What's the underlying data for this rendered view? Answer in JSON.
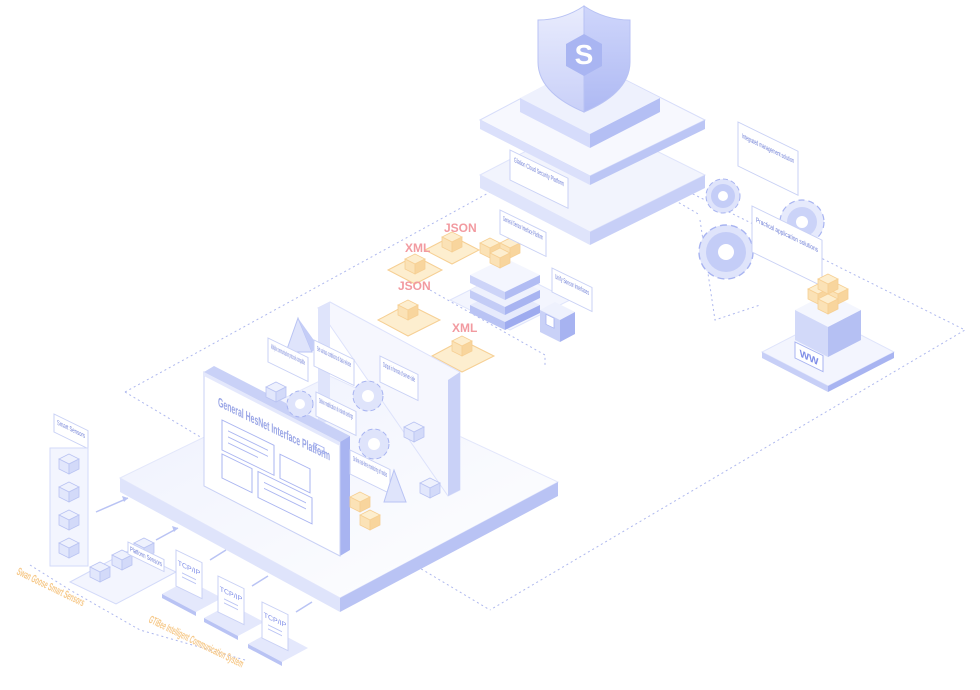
{
  "security": {
    "shield_letter": "S",
    "platform_label": "Glation Cloud Security Platform"
  },
  "sensor_interface": {
    "label": "General Sensor Interface Platform",
    "unify_label": "Unify Sensor Interfaces"
  },
  "formats": {
    "f1": "JSON",
    "f2": "XML",
    "f3": "JSON",
    "f4": "XML"
  },
  "management": {
    "integrated_label": "Integrated management solution",
    "practical_label": "Practical application solutions",
    "ww_label": "WW"
  },
  "hesnet": {
    "title": "General HesNet Interface Platform",
    "callouts": {
      "c1": "Multiple communication protocols compatible",
      "c2": "Set various conditions of data release",
      "c3": "Output in format of server-side",
      "c4": "Online modification of network settings",
      "c5": "Online real-time monitoring of nodes"
    }
  },
  "sensors": {
    "tower_label": "Smart Sensors",
    "small_label": "Platform Sensors",
    "caption": "Swan Goose Smart Sensors"
  },
  "communication": {
    "tcp1": "TCP/IP",
    "tcp2": "TCP/IP",
    "tcp3": "TCP/IP",
    "caption": "GTiBee Intelligent Communication System"
  },
  "colors": {
    "accent": "#7f8ee8",
    "light_accent": "#dfe4fb",
    "format_text": "#f29aa0",
    "cube": "#fbe2b6",
    "caption_text": "#f6c98a"
  }
}
